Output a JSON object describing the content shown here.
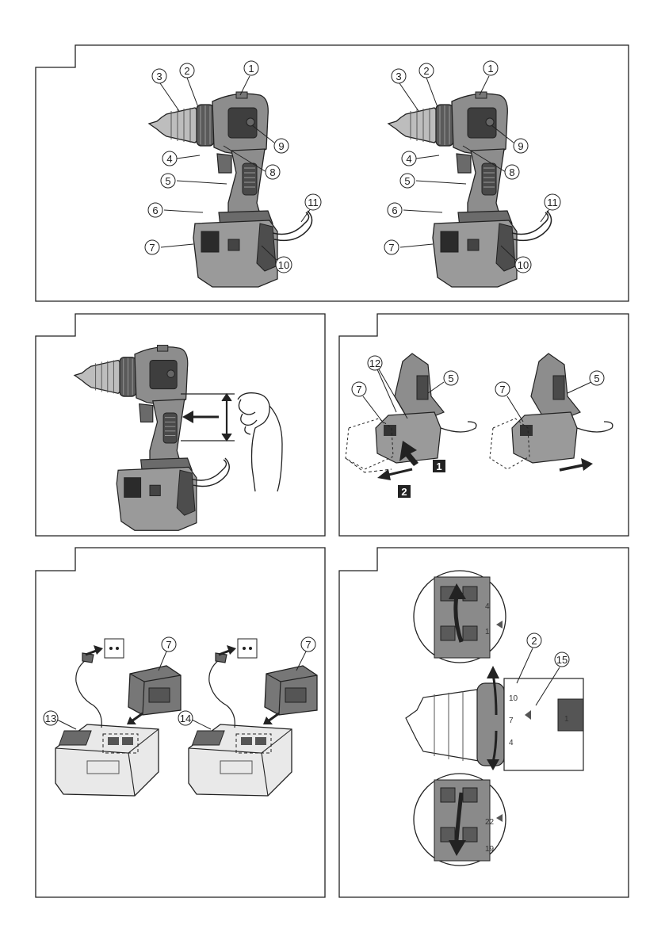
{
  "figure1": {
    "left_callouts": [
      "1",
      "2",
      "3",
      "4",
      "5",
      "6",
      "7",
      "8",
      "9",
      "10",
      "11"
    ],
    "right_callouts": [
      "1",
      "2",
      "3",
      "4",
      "5",
      "6",
      "7",
      "8",
      "9",
      "10",
      "11"
    ]
  },
  "figure3": {
    "callouts": [
      "12",
      "7",
      "5",
      "7",
      "5"
    ],
    "steps": [
      "1",
      "2"
    ]
  },
  "figure4": {
    "callouts": [
      "7",
      "13",
      "7",
      "14"
    ]
  },
  "figure5": {
    "callouts": [
      "2",
      "15"
    ],
    "top_scale": [
      "1",
      "4"
    ],
    "middle_scale": [
      "10",
      "7",
      "4"
    ],
    "bottom_scale": [
      "22",
      "19"
    ],
    "switch_label": "1"
  }
}
